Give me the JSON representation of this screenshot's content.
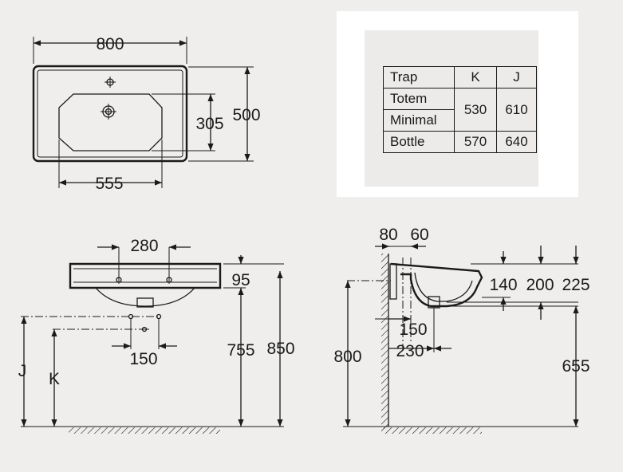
{
  "top_view": {
    "width": "800",
    "depth": "500",
    "bowl_depth": "305",
    "bowl_width": "555"
  },
  "front_view": {
    "tap_spacing": "280",
    "waste_spacing": "150",
    "rim_thickness": "95",
    "height_under_rim": "755",
    "rim_height": "850",
    "label_j": "J",
    "label_k": "K"
  },
  "side_view": {
    "dim_80": "80",
    "dim_60": "60",
    "dim_140": "140",
    "dim_200": "200",
    "dim_225": "225",
    "dim_150": "150",
    "dim_230": "230",
    "dim_800": "800",
    "dim_655": "655"
  },
  "trap_table": {
    "headers": [
      "Trap",
      "K",
      "J"
    ],
    "rows": [
      {
        "name": "Totem",
        "k": "530",
        "j": "610"
      },
      {
        "name": "Minimal",
        "k": "530",
        "j": "610"
      },
      {
        "name": "Bottle",
        "k": "570",
        "j": "640"
      }
    ]
  }
}
